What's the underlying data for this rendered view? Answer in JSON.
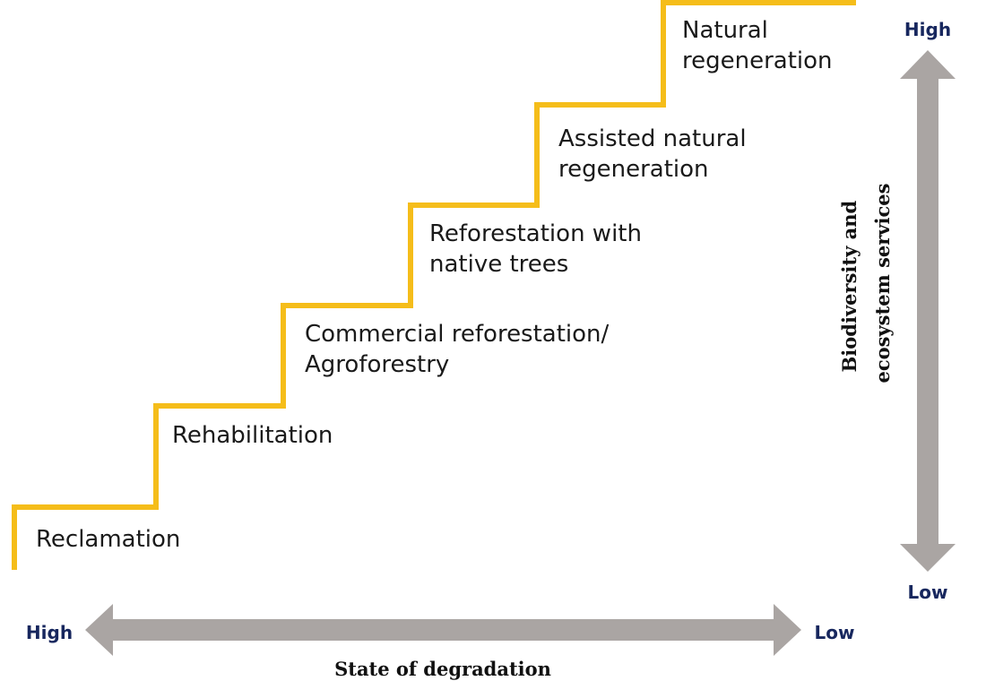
{
  "colors": {
    "staircase": "#f5bd1a",
    "arrow": "#aaa5a3",
    "axis_end_text": "#17275e",
    "label_text": "#1a1a1a",
    "axis_title_text": "#111111"
  },
  "steps": [
    {
      "lines": [
        "Reclamation"
      ]
    },
    {
      "lines": [
        "Rehabilitation"
      ]
    },
    {
      "lines": [
        "Commercial reforestation/",
        "Agroforestry"
      ]
    },
    {
      "lines": [
        "Reforestation with",
        "native trees"
      ]
    },
    {
      "lines": [
        "Assisted natural",
        "regeneration"
      ]
    },
    {
      "lines": [
        "Natural",
        "regeneration"
      ]
    }
  ],
  "x_axis": {
    "title": "State of degradation",
    "start_label": "High",
    "end_label": "Low"
  },
  "y_axis": {
    "title_lines": [
      "Biodiversity and",
      "ecosystem services"
    ],
    "top_label": "High",
    "bottom_label": "Low"
  }
}
